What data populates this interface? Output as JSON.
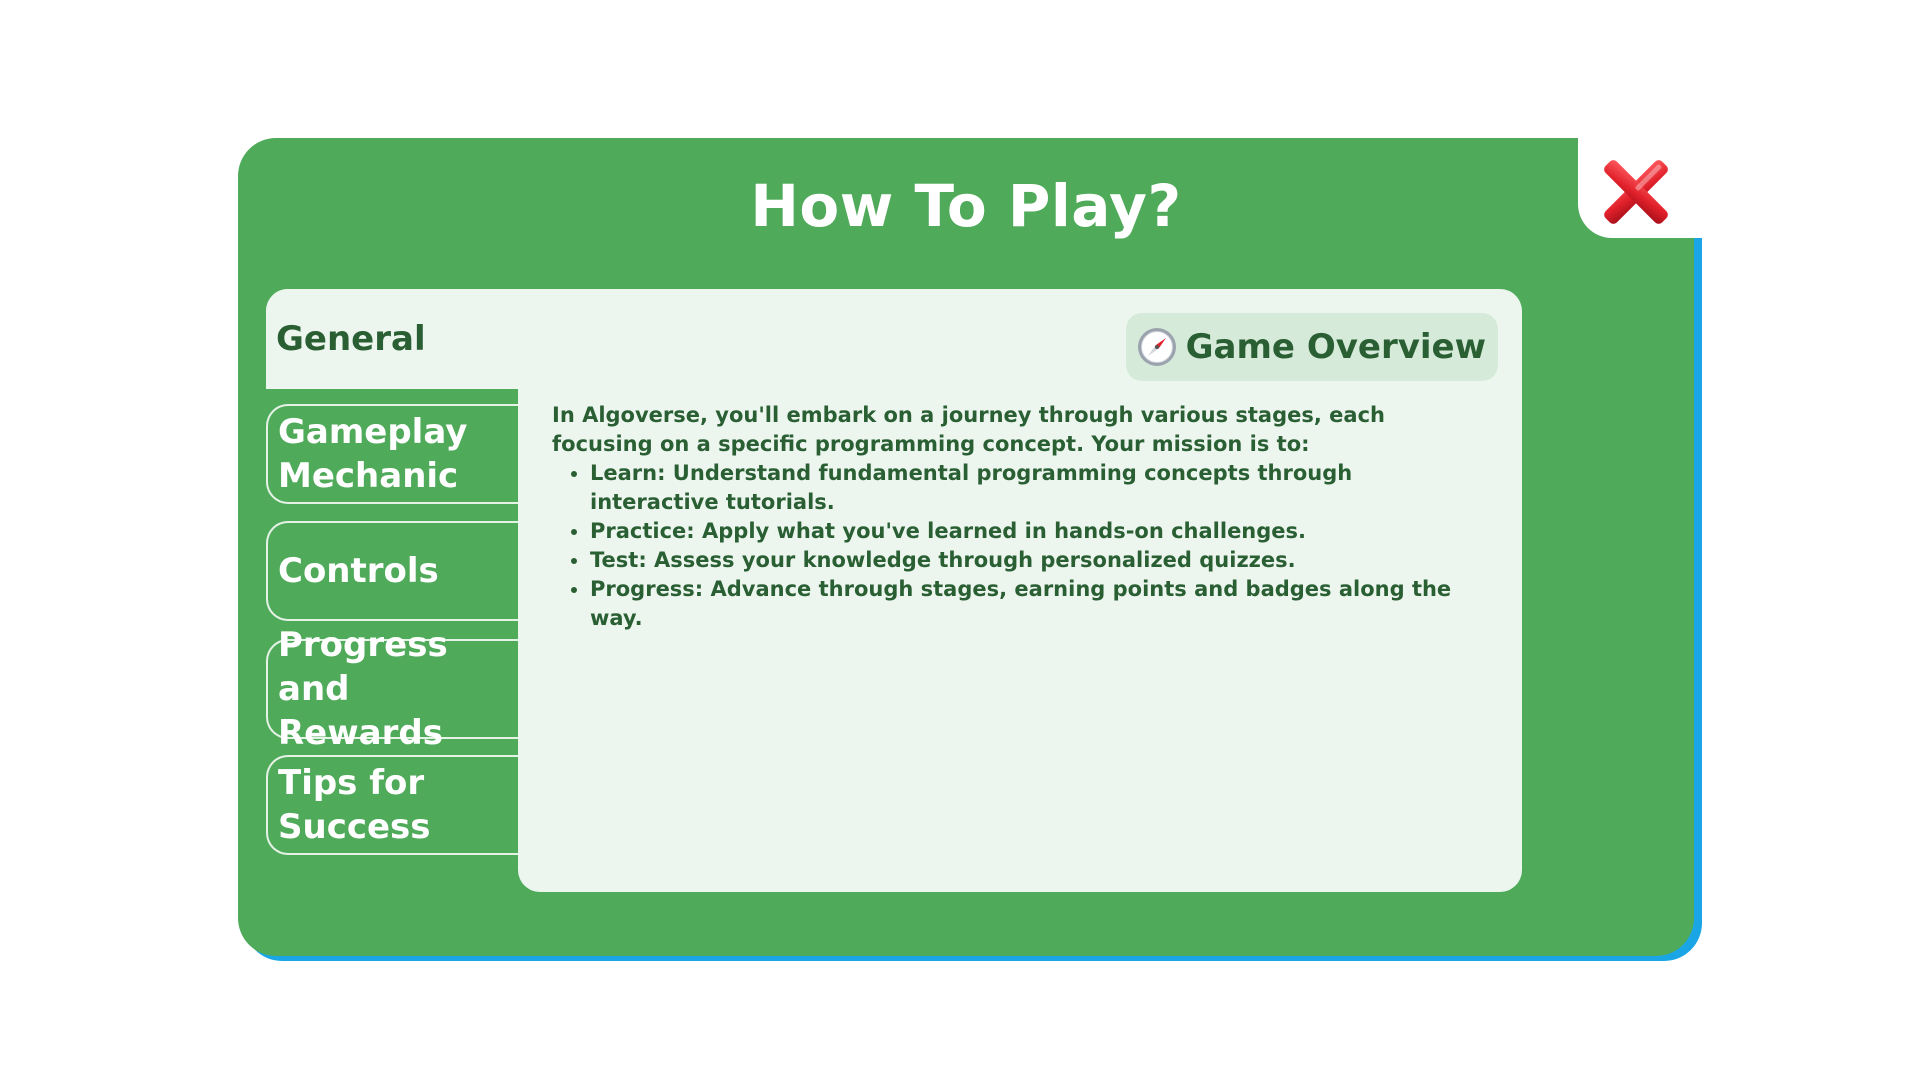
{
  "dialog": {
    "title": "How To Play?",
    "close_icon": "cross-mark-icon"
  },
  "tabs": [
    {
      "label": "General",
      "active": true
    },
    {
      "label": "Gameplay Mechanic",
      "active": false
    },
    {
      "label": "Controls",
      "active": false
    },
    {
      "label": "Progress and Rewards",
      "active": false
    },
    {
      "label": "Tips for Success",
      "active": false
    }
  ],
  "content": {
    "section_icon": "compass-icon",
    "section_title": "Game Overview",
    "intro": "In Algoverse, you'll embark on a journey through various stages, each focusing on a specific programming concept. Your mission is to:",
    "bullets": [
      "Learn: Understand fundamental programming concepts through interactive tutorials.",
      "Practice: Apply what you've learned in hands-on challenges.",
      "Test: Assess your knowledge through personalized quizzes.",
      "Progress: Advance through stages, earning points and badges along the way."
    ]
  },
  "colors": {
    "panel": "#4faa5a",
    "panel_shadow": "#1aa6e6",
    "content_bg": "#ecf6ee",
    "pill_bg": "#d5ead8",
    "text_dark": "#2a5f34",
    "close_red": "#e0202a"
  }
}
